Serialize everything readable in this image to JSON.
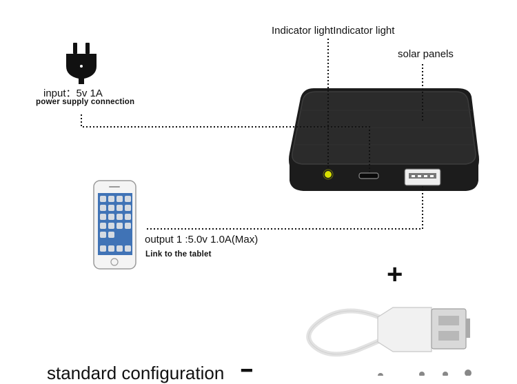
{
  "labels": {
    "indicator": "Indicator lightIndicator light",
    "solar": "solar panels",
    "input": "input：5v   1A",
    "power_conn": "power supply connection",
    "output": "output 1 :5.0v  1.0A(Max)",
    "tablet": "Link to the tablet",
    "plus": "+",
    "standard": "standard configuration",
    "dash": "━"
  },
  "icons": {
    "plug": "plug-icon",
    "phone": "smartphone-icon",
    "charger": "solar-charger-icon",
    "cable": "usb-cable-icon"
  },
  "colors": {
    "device": "#1c1c1c",
    "panel": "#2b2b2b",
    "indicator_led": "#d8e000",
    "dotted_line": "#111111"
  }
}
